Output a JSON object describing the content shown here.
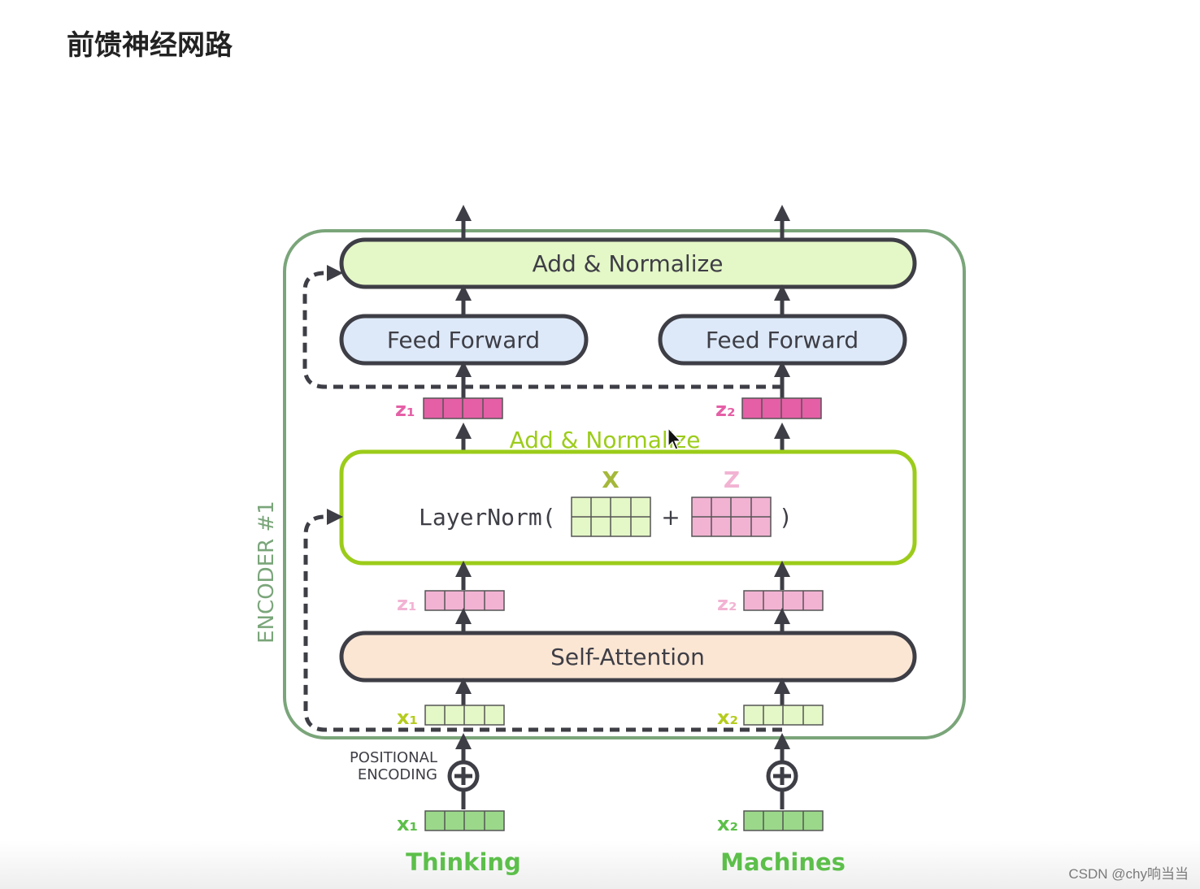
{
  "title": "前馈神经网路",
  "watermark": "CSDN @chy响当当",
  "diagram": {
    "encoder_label": "ENCODER #1",
    "top_add_normalize": "Add & Normalize",
    "feed_forward_left": "Feed Forward",
    "feed_forward_right": "Feed Forward",
    "mid_add_normalize": "Add & Normalize",
    "layernorm_prefix": "LayerNorm(",
    "layernorm_plus": "+",
    "layernorm_suffix": ")",
    "x_matrix_label": "X",
    "z_matrix_label": "Z",
    "self_attention": "Self-Attention",
    "z1_out": "z₁",
    "z2_out": "z₂",
    "z1_in": "z₁",
    "z2_in": "z₂",
    "x1_inside": "x₁",
    "x2_inside": "x₂",
    "x1_embed": "x₁",
    "x2_embed": "x₂",
    "positional_line1": "POSITIONAL",
    "positional_line2": "ENCODING",
    "word1": "Thinking",
    "word2": "Machines"
  },
  "colors": {
    "encoder_border": "#7aa57a",
    "lime_fill": "#e4f7c6",
    "lime_border": "#9ccc1a",
    "blue_fill": "#dde9f8",
    "peach_fill": "#fbe6d4",
    "pink_dark": "#e55fa6",
    "pink_light": "#f2b3d3",
    "green_cell": "#9bd88a",
    "word_green": "#5cbf4a",
    "dark": "#3e3e46"
  }
}
